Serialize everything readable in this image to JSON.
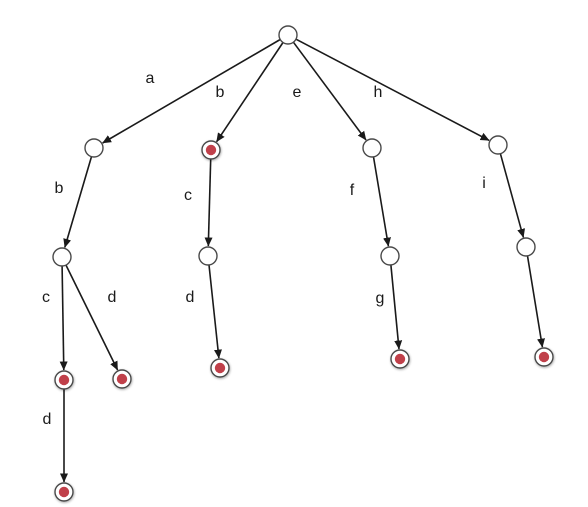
{
  "diagram": {
    "type": "trie",
    "colors": {
      "edge": "#1a1a1a",
      "node_stroke": "#4a4a4a",
      "node_fill": "#ffffff",
      "terminal_dot": "#c0404a"
    },
    "nodes": [
      {
        "id": "root",
        "terminal": false
      },
      {
        "id": "n_a",
        "terminal": false
      },
      {
        "id": "n_ab",
        "terminal": false
      },
      {
        "id": "n_abc",
        "terminal": true
      },
      {
        "id": "n_abcd",
        "terminal": true
      },
      {
        "id": "n_abd",
        "terminal": true
      },
      {
        "id": "n_b",
        "terminal": true
      },
      {
        "id": "n_bc",
        "terminal": false
      },
      {
        "id": "n_bcd",
        "terminal": true
      },
      {
        "id": "n_e",
        "terminal": false
      },
      {
        "id": "n_ef",
        "terminal": false
      },
      {
        "id": "n_efg",
        "terminal": true
      },
      {
        "id": "n_h",
        "terminal": false
      },
      {
        "id": "n_hi",
        "terminal": false
      },
      {
        "id": "n_hij",
        "terminal": true
      }
    ],
    "edges": [
      {
        "from": "root",
        "to": "n_a",
        "label": "a"
      },
      {
        "from": "root",
        "to": "n_b",
        "label": "b"
      },
      {
        "from": "root",
        "to": "n_e",
        "label": "e"
      },
      {
        "from": "root",
        "to": "n_h",
        "label": "h"
      },
      {
        "from": "n_a",
        "to": "n_ab",
        "label": "b"
      },
      {
        "from": "n_ab",
        "to": "n_abc",
        "label": "c"
      },
      {
        "from": "n_ab",
        "to": "n_abd",
        "label": "d"
      },
      {
        "from": "n_abc",
        "to": "n_abcd",
        "label": "d"
      },
      {
        "from": "n_b",
        "to": "n_bc",
        "label": "c"
      },
      {
        "from": "n_bc",
        "to": "n_bcd",
        "label": "d"
      },
      {
        "from": "n_e",
        "to": "n_ef",
        "label": "f"
      },
      {
        "from": "n_ef",
        "to": "n_efg",
        "label": "g"
      },
      {
        "from": "n_h",
        "to": "n_hi",
        "label": "i"
      },
      {
        "from": "n_hi",
        "to": "n_hij",
        "label": ""
      }
    ]
  }
}
